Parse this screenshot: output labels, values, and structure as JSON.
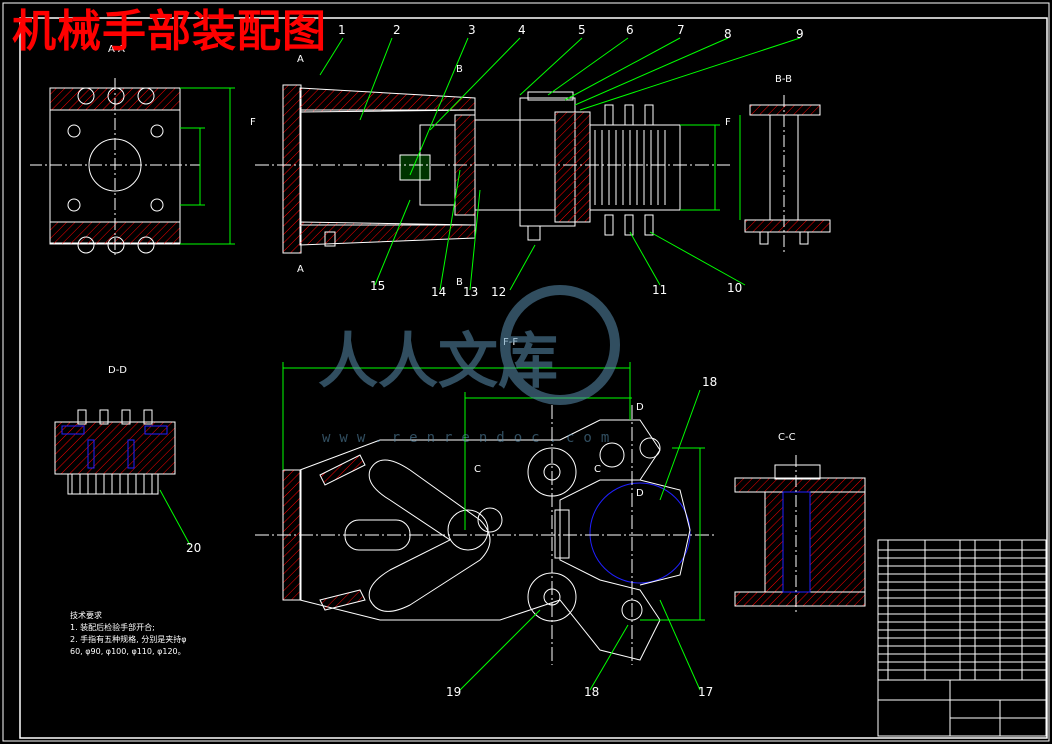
{
  "title": "机械手部装配图",
  "section_labels": {
    "a_a": "A-A",
    "b_b": "B-B",
    "c_c": "C-C",
    "d_d": "D-D",
    "f_f": "F-F"
  },
  "cut_markers": [
    "A",
    "A",
    "B",
    "B",
    "F",
    "F",
    "C",
    "C",
    "D",
    "D"
  ],
  "part_numbers": [
    "1",
    "2",
    "3",
    "4",
    "5",
    "6",
    "7",
    "8",
    "9",
    "10",
    "11",
    "12",
    "13",
    "14",
    "15",
    "17",
    "18",
    "18",
    "19",
    "20"
  ],
  "watermark": {
    "text": "人人文库",
    "url": "www.renrendoc.com"
  },
  "technical_notes": {
    "heading": "技术要求",
    "line1": "1. 装配后检验手部开合;",
    "line2": "2. 手指有五种规格, 分别是夹持φ",
    "line3": "60, φ90, φ100, φ110, φ120。"
  },
  "colors": {
    "background": "#000000",
    "outline": "#ffffff",
    "hatch": "#ff0000",
    "dimension": "#00ff00",
    "center_line": "#ffffff",
    "leader": "#00ff00",
    "title_text": "#ff0000",
    "blue_detail": "#2020ff",
    "watermark": "#5a8fb0"
  }
}
